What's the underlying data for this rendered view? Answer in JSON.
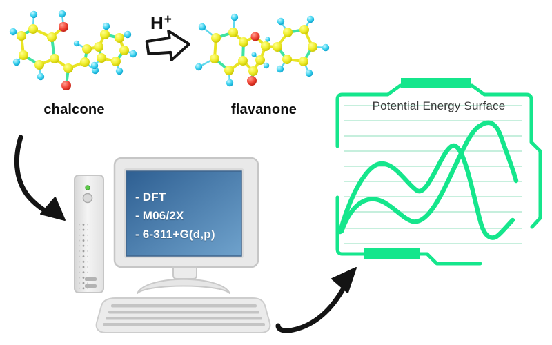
{
  "figure": {
    "type": "graphical-abstract",
    "background": "#ffffff"
  },
  "reaction": {
    "reactant_label": "chalcone",
    "product_label": "flavanone",
    "catalyst_symbol": "H",
    "catalyst_charge": "+"
  },
  "computer": {
    "monitor_lines": [
      "- DFT",
      "- M06/2X",
      "- 6-311+G(d,p)"
    ]
  },
  "pes_panel": {
    "title": "Potential Energy Surface"
  },
  "icons": {
    "reaction_arrow": "block-arrow-right",
    "flow_arrow_left": "curved-arrow-down-right",
    "flow_arrow_right": "curved-arrow-up-right",
    "power_led": "green-dot",
    "power_button": "circle-button"
  },
  "colors": {
    "accent_green": "#15e68c",
    "ruled_line_green": "#c6efdd",
    "screen_blue_dark": "#2e5f92",
    "screen_blue_light": "#6fa2cc",
    "atom_carbon_yellow": "#f0ee2f",
    "atom_hydrogen_cyan": "#3fd4f0",
    "atom_oxygen_red": "#f2493a",
    "bond_yellow": "#e9e424",
    "bond_green": "#3fe3a2",
    "arrow_black": "#141414",
    "hardware_gray": "#e9e9e9"
  }
}
